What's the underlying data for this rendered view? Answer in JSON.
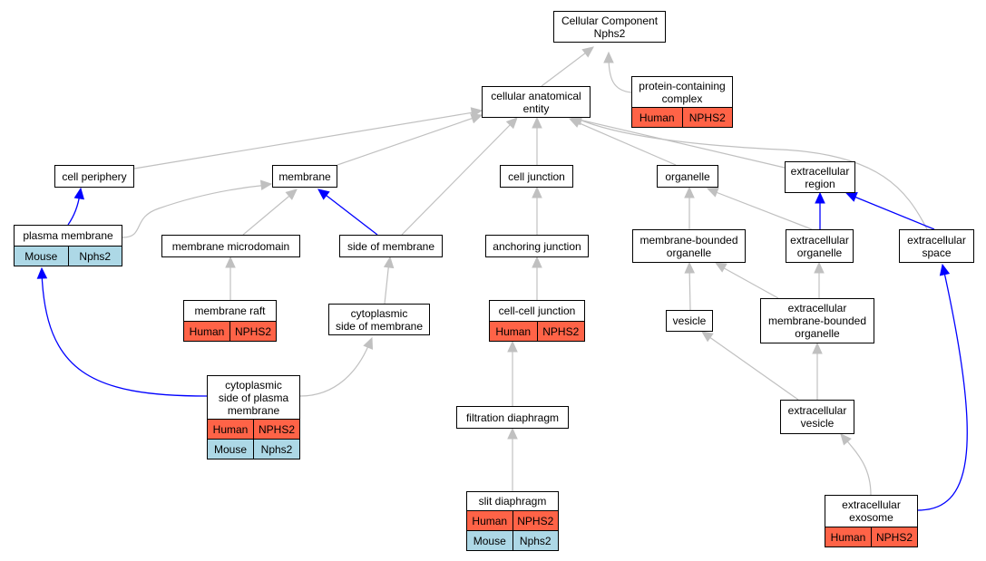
{
  "colors": {
    "gray_edge": "#c0c0c0",
    "blue_edge": "#0000ff",
    "human": "#ff6347",
    "mouse": "#add8e6"
  },
  "nodes": {
    "root": {
      "lines": [
        "Cellular Component",
        "Nphs2"
      ]
    },
    "protein_complex": {
      "lines": [
        "protein-containing",
        "complex"
      ],
      "annotations": [
        {
          "species": "Human",
          "gene": "NPHS2"
        }
      ]
    },
    "cae": {
      "lines": [
        "cellular anatomical",
        "entity"
      ]
    },
    "cell_periphery": {
      "lines": [
        "cell periphery"
      ]
    },
    "membrane": {
      "lines": [
        "membrane"
      ]
    },
    "cell_junction": {
      "lines": [
        "cell junction"
      ]
    },
    "organelle": {
      "lines": [
        "organelle"
      ]
    },
    "extracellular_region": {
      "lines": [
        "extracellular",
        "region"
      ]
    },
    "plasma_membrane": {
      "lines": [
        "plasma membrane"
      ],
      "annotations": [
        {
          "species": "Mouse",
          "gene": "Nphs2"
        }
      ]
    },
    "membrane_microdomain": {
      "lines": [
        "membrane microdomain"
      ]
    },
    "side_of_membrane": {
      "lines": [
        "side of membrane"
      ]
    },
    "anchoring_junction": {
      "lines": [
        "anchoring junction"
      ]
    },
    "membrane_bounded_organelle": {
      "lines": [
        "membrane-bounded",
        "organelle"
      ]
    },
    "extracellular_organelle": {
      "lines": [
        "extracellular",
        "organelle"
      ]
    },
    "extracellular_space": {
      "lines": [
        "extracellular",
        "space"
      ]
    },
    "membrane_raft": {
      "lines": [
        "membrane raft"
      ],
      "annotations": [
        {
          "species": "Human",
          "gene": "NPHS2"
        }
      ]
    },
    "cyto_side_membrane": {
      "lines": [
        "cytoplasmic",
        "side of membrane"
      ]
    },
    "cell_cell_junction": {
      "lines": [
        "cell-cell junction"
      ],
      "annotations": [
        {
          "species": "Human",
          "gene": "NPHS2"
        }
      ]
    },
    "vesicle": {
      "lines": [
        "vesicle"
      ]
    },
    "ec_mb_organelle": {
      "lines": [
        "extracellular",
        "membrane-bounded",
        "organelle"
      ]
    },
    "cyto_side_plasma_membrane": {
      "lines": [
        "cytoplasmic",
        "side of plasma",
        "membrane"
      ],
      "annotations": [
        {
          "species": "Human",
          "gene": "NPHS2"
        },
        {
          "species": "Mouse",
          "gene": "Nphs2"
        }
      ]
    },
    "filtration_diaphragm": {
      "lines": [
        "filtration diaphragm"
      ]
    },
    "extracellular_vesicle": {
      "lines": [
        "extracellular",
        "vesicle"
      ]
    },
    "slit_diaphragm": {
      "lines": [
        "slit diaphragm"
      ],
      "annotations": [
        {
          "species": "Human",
          "gene": "NPHS2"
        },
        {
          "species": "Mouse",
          "gene": "Nphs2"
        }
      ]
    },
    "extracellular_exosome": {
      "lines": [
        "extracellular",
        "exosome"
      ],
      "annotations": [
        {
          "species": "Human",
          "gene": "NPHS2"
        }
      ]
    }
  },
  "edges": [
    {
      "from": "protein_complex",
      "to": "root",
      "type": "gray"
    },
    {
      "from": "cae",
      "to": "root",
      "type": "gray"
    },
    {
      "from": "cell_periphery",
      "to": "cae",
      "type": "gray"
    },
    {
      "from": "membrane",
      "to": "cae",
      "type": "gray"
    },
    {
      "from": "cell_junction",
      "to": "cae",
      "type": "gray"
    },
    {
      "from": "organelle",
      "to": "cae",
      "type": "gray"
    },
    {
      "from": "extracellular_region",
      "to": "cae",
      "type": "gray"
    },
    {
      "from": "extracellular_space",
      "to": "cae",
      "type": "gray"
    },
    {
      "from": "side_of_membrane",
      "to": "cae",
      "type": "gray"
    },
    {
      "from": "plasma_membrane",
      "to": "cell_periphery",
      "type": "blue"
    },
    {
      "from": "plasma_membrane",
      "to": "membrane",
      "type": "gray"
    },
    {
      "from": "membrane_microdomain",
      "to": "membrane",
      "type": "gray"
    },
    {
      "from": "side_of_membrane",
      "to": "membrane",
      "type": "blue"
    },
    {
      "from": "anchoring_junction",
      "to": "cell_junction",
      "type": "gray"
    },
    {
      "from": "membrane_bounded_organelle",
      "to": "organelle",
      "type": "gray"
    },
    {
      "from": "extracellular_organelle",
      "to": "organelle",
      "type": "gray"
    },
    {
      "from": "extracellular_organelle",
      "to": "extracellular_region",
      "type": "blue"
    },
    {
      "from": "extracellular_space",
      "to": "extracellular_region",
      "type": "blue"
    },
    {
      "from": "membrane_raft",
      "to": "membrane_microdomain",
      "type": "gray"
    },
    {
      "from": "cyto_side_membrane",
      "to": "side_of_membrane",
      "type": "gray"
    },
    {
      "from": "cell_cell_junction",
      "to": "anchoring_junction",
      "type": "gray"
    },
    {
      "from": "vesicle",
      "to": "membrane_bounded_organelle",
      "type": "gray"
    },
    {
      "from": "ec_mb_organelle",
      "to": "membrane_bounded_organelle",
      "type": "gray"
    },
    {
      "from": "ec_mb_organelle",
      "to": "extracellular_organelle",
      "type": "gray"
    },
    {
      "from": "cyto_side_plasma_membrane",
      "to": "plasma_membrane",
      "type": "blue"
    },
    {
      "from": "cyto_side_plasma_membrane",
      "to": "cyto_side_membrane",
      "type": "gray"
    },
    {
      "from": "filtration_diaphragm",
      "to": "cell_cell_junction",
      "type": "gray"
    },
    {
      "from": "extracellular_vesicle",
      "to": "vesicle",
      "type": "gray"
    },
    {
      "from": "extracellular_vesicle",
      "to": "ec_mb_organelle",
      "type": "gray"
    },
    {
      "from": "slit_diaphragm",
      "to": "filtration_diaphragm",
      "type": "gray"
    },
    {
      "from": "extracellular_exosome",
      "to": "extracellular_vesicle",
      "type": "gray"
    },
    {
      "from": "extracellular_exosome",
      "to": "extracellular_space",
      "type": "blue"
    }
  ]
}
